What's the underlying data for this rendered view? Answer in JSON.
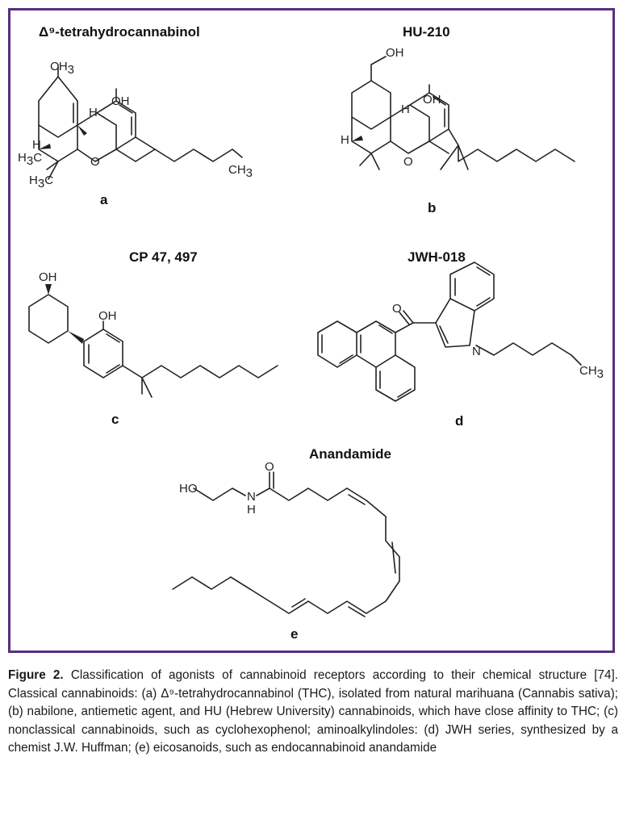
{
  "figure": {
    "titles": {
      "a": "Δ⁹-tetrahydrocannabinol",
      "b": "HU-210",
      "c": "CP 47, 497",
      "d": "JWH-018",
      "e": "Anandamide"
    },
    "letters": {
      "a": "a",
      "b": "b",
      "c": "c",
      "d": "d",
      "e": "e"
    },
    "atoms": {
      "ch3": "CH",
      "three": "3",
      "oh": "OH",
      "h": "H",
      "o": "O",
      "n": "N",
      "ho": "HO",
      "h3c": "H",
      "c_letter": "C"
    },
    "frame_color": "#5b2d7e"
  },
  "caption": {
    "label": "Figure 2.",
    "text": "Classification of agonists of cannabinoid receptors according to their chemical structure [74]. Classical cannabinoids: (a) Δ⁹-tetrahydrocannabinol (THC), isolated from natural marihuana (Cannabis sativa); (b) nabilone, antiemetic agent, and HU (Hebrew University) cannabinoids, which have close affinity to THC; (c) nonclassical cannabinoids, such as cyclohexophenol; aminoalkylindoles: (d) JWH series, synthesized by a chemist J.W. Huffman; (e) eicosanoids, such as endocannabinoid anandamide"
  }
}
